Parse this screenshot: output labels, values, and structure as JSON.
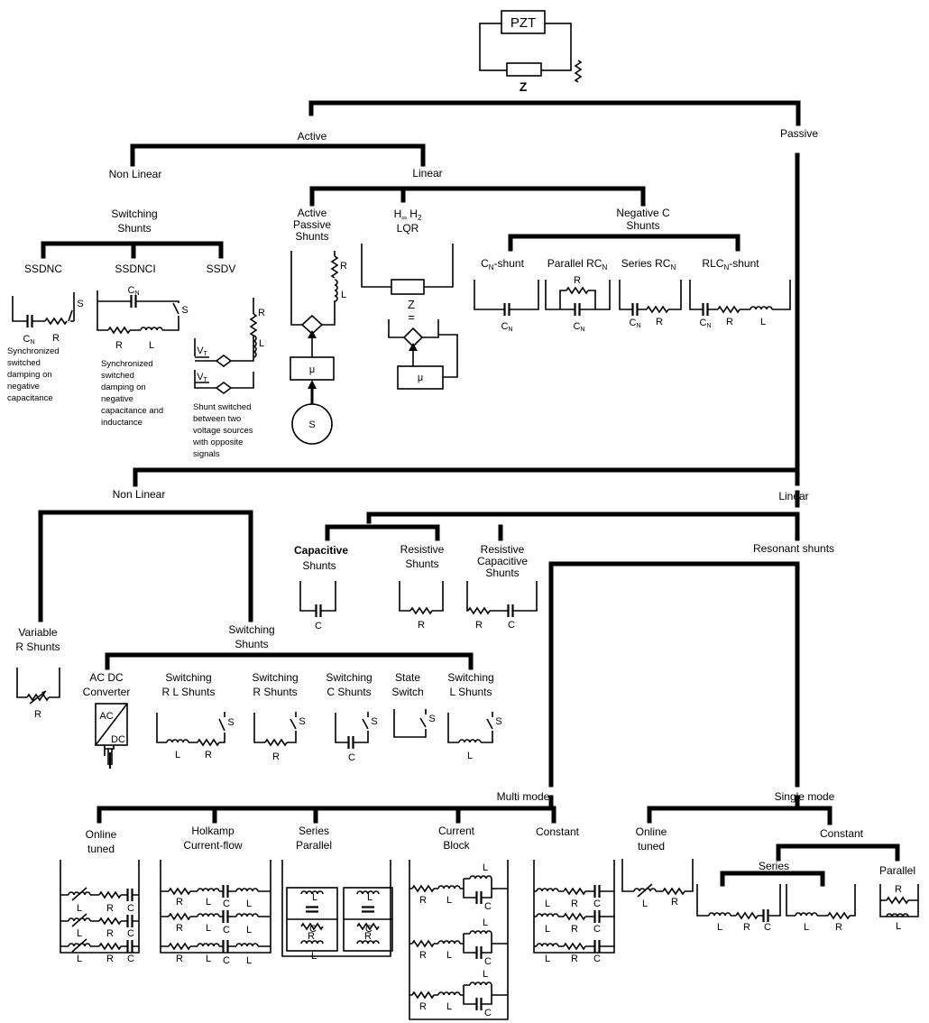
{
  "root": {
    "pzt": "PZT",
    "impedance": "Z"
  },
  "active": {
    "title": "Active",
    "nonlinear": {
      "title": "Non Linear",
      "switching_line1": "Switching",
      "switching_line2": "Shunts",
      "ssdnc": {
        "title": "SSDNC",
        "note": [
          "Synchronized",
          "switched",
          "damping on",
          "negative",
          "capacitance"
        ]
      },
      "ssdnci": {
        "title": "SSDNCI",
        "note": [
          "Synchronized",
          "switched",
          "damping on",
          "negative",
          "capacitance and",
          "inductance"
        ]
      },
      "ssdv": {
        "title": "SSDV",
        "note": [
          "Shunt switched",
          "between two",
          "voltage sources",
          "with opposite",
          "signals"
        ]
      }
    },
    "linear": {
      "title": "Linear",
      "active_passive": [
        "Active",
        "Passive",
        "Shunts"
      ],
      "hinf": "H",
      "hinf_sub": "∞",
      "h2": "H",
      "h2_sub": "2",
      "lqr": "LQR",
      "mu": "μ",
      "sensor": "S",
      "negative_c": [
        "Negative C",
        "Shunts"
      ],
      "cn_shunt": "C",
      "cn_shunt_rest": "-shunt",
      "parallel_rcn": "Parallel RC",
      "series_rcn": "Series RC",
      "rlcn_shunt": "RLC",
      "rlcn_shunt_rest": "-shunt"
    }
  },
  "passive": {
    "title": "Passive",
    "nonlinear": {
      "title": "Non  Linear",
      "variable_r": [
        "Variable",
        "R Shunts"
      ],
      "switching": [
        "Switching",
        "Shunts"
      ],
      "acdc": [
        "AC DC",
        "Converter"
      ],
      "switching_rl": [
        "Switching",
        "R L Shunts"
      ],
      "switching_r": [
        "Switching",
        "R Shunts"
      ],
      "switching_c": [
        "Switching",
        "C Shunts"
      ],
      "state_switch": [
        "State",
        "Switch"
      ],
      "switching_l": [
        "Switching",
        "L Shunts"
      ],
      "ac": "AC",
      "dc": "DC"
    },
    "linear": {
      "title": "Linear",
      "capacitive": [
        "Capacitive",
        "Shunts"
      ],
      "resistive": [
        "Resistive",
        "Shunts"
      ],
      "resistive_capacitive": [
        "Resistive",
        "Capacitive",
        "Shunts"
      ],
      "resonant": "Resonant shunts",
      "multi_mode": {
        "title": "Multi mode",
        "online_tuned": [
          "Online",
          "tuned"
        ],
        "holkamp": [
          "Holkamp",
          "Current-flow"
        ],
        "series_parallel": [
          "Series",
          "Parallel"
        ],
        "current_block": [
          "Current",
          "Block"
        ],
        "constant": "Constant"
      },
      "single_mode": {
        "title": "Single mode",
        "online_tuned": [
          "Online",
          "tuned"
        ],
        "constant": "Constant",
        "series": "Series",
        "parallel": "Parallel"
      }
    }
  },
  "symbols": {
    "R": "R",
    "L": "L",
    "C": "C",
    "S": "S",
    "CN": "C",
    "N": "N",
    "VT": "V",
    "T": "T"
  }
}
